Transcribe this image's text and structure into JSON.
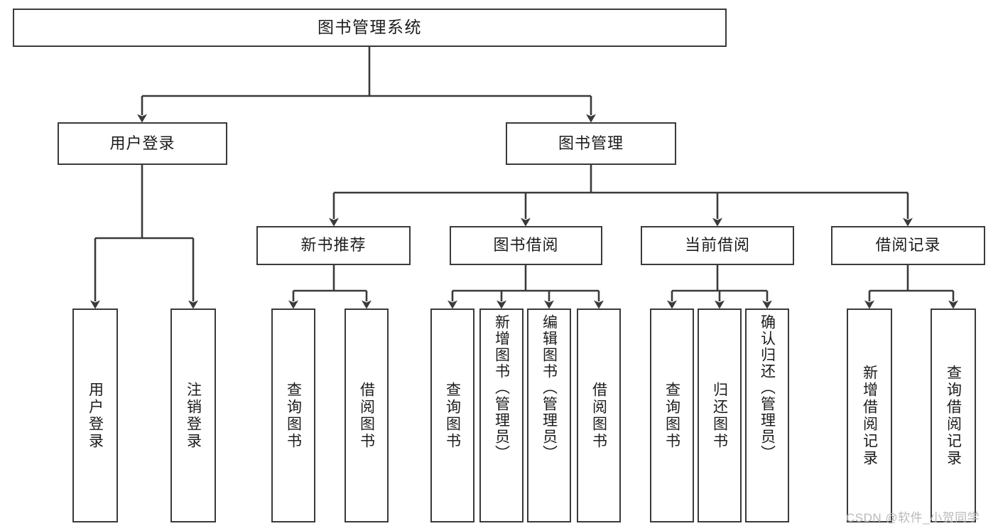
{
  "diagram": {
    "type": "tree",
    "title": "图书管理系统",
    "watermark": "CSDN @软件_小贺同学",
    "colors": {
      "background": "#ffffff",
      "stroke": "#3a3a3a",
      "text": "#1c1c1c",
      "watermark": "#b9b9b9"
    },
    "levels": {
      "root": "图书管理系统",
      "level2": [
        "用户登录",
        "图书管理"
      ],
      "level3": [
        "新书推荐",
        "图书借阅",
        "当前借阅",
        "借阅记录"
      ]
    },
    "nodes": {
      "root": "图书管理系统",
      "user_login": "用户登录",
      "book_manage": "图书管理",
      "new_book_rec": "新书推荐",
      "book_borrow": "图书借阅",
      "current_borrow": "当前借阅",
      "borrow_record": "借阅记录",
      "leaf_user_login": "用户登录",
      "leaf_logout": "注销登录",
      "leaf_query_book_1": "查询图书",
      "leaf_borrow_book_1": "借阅图书",
      "leaf_query_book_2": "查询图书",
      "leaf_add_book": "新增图书（管理员）",
      "leaf_edit_book": "编辑图书（管理员）",
      "leaf_borrow_book_2": "借阅图书",
      "leaf_query_book_3": "查询图书",
      "leaf_return_book": "归还图书",
      "leaf_confirm_return": "确认归还（管理员）",
      "leaf_add_record": "新增借阅记录",
      "leaf_query_record": "查询借阅记录"
    },
    "edges": [
      {
        "from": "图书管理系统",
        "to": "用户登录"
      },
      {
        "from": "图书管理系统",
        "to": "图书管理"
      },
      {
        "from": "用户登录",
        "to": "用户登录"
      },
      {
        "from": "用户登录",
        "to": "注销登录"
      },
      {
        "from": "图书管理",
        "to": "新书推荐"
      },
      {
        "from": "图书管理",
        "to": "图书借阅"
      },
      {
        "from": "图书管理",
        "to": "当前借阅"
      },
      {
        "from": "图书管理",
        "to": "借阅记录"
      },
      {
        "from": "新书推荐",
        "to": "查询图书"
      },
      {
        "from": "新书推荐",
        "to": "借阅图书"
      },
      {
        "from": "图书借阅",
        "to": "查询图书"
      },
      {
        "from": "图书借阅",
        "to": "新增图书（管理员）"
      },
      {
        "from": "图书借阅",
        "to": "编辑图书（管理员）"
      },
      {
        "from": "图书借阅",
        "to": "借阅图书"
      },
      {
        "from": "当前借阅",
        "to": "查询图书"
      },
      {
        "from": "当前借阅",
        "to": "归还图书"
      },
      {
        "from": "当前借阅",
        "to": "确认归还（管理员）"
      },
      {
        "from": "借阅记录",
        "to": "新增借阅记录"
      },
      {
        "from": "借阅记录",
        "to": "查询借阅记录"
      }
    ]
  }
}
